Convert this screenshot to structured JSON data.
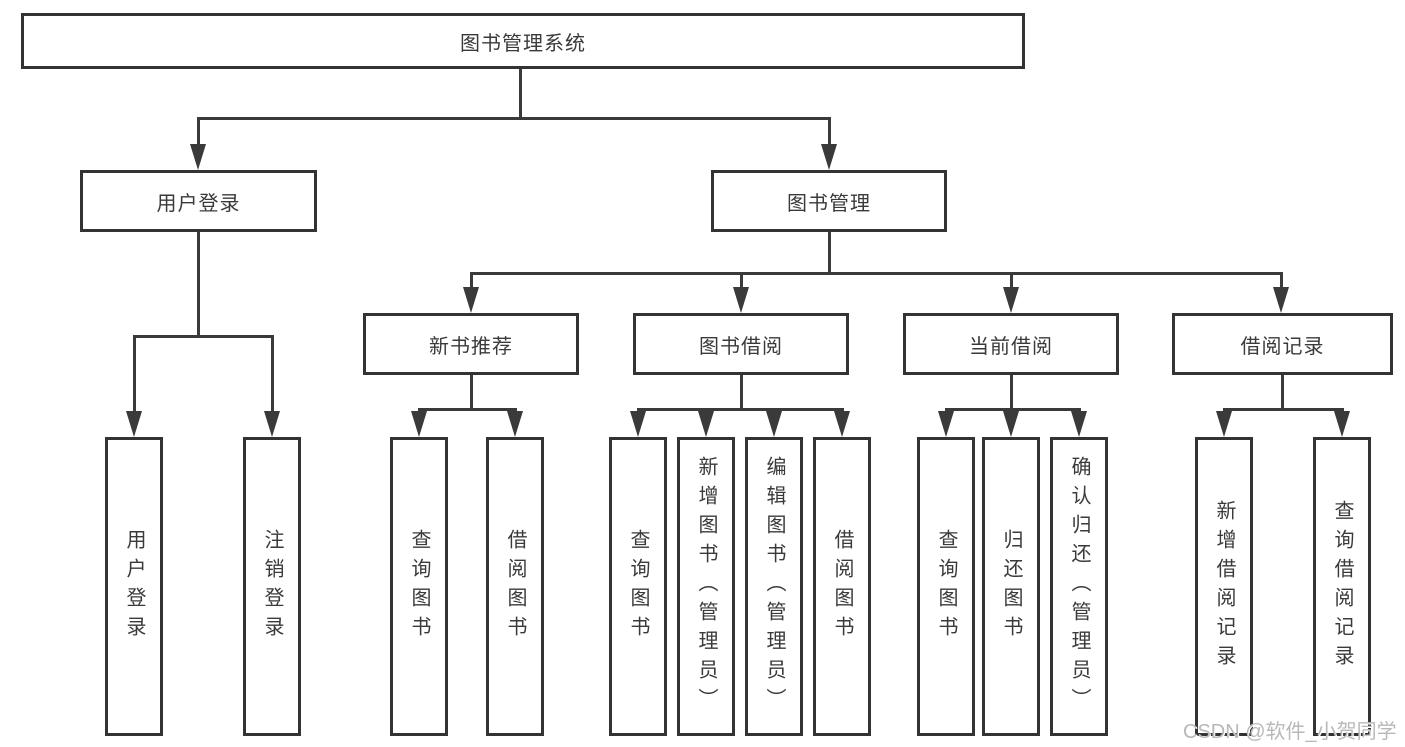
{
  "diagram": {
    "type": "functional-structure-tree",
    "colors": {
      "background": "#ffffff",
      "box_fill": "#ffffff",
      "box_border": "#333333",
      "line": "#3a3a3a",
      "text": "#3a3a3a",
      "watermark": "#b8b8b8"
    }
  },
  "tree": {
    "label": "图书管理系统",
    "children": [
      {
        "label": "用户登录",
        "children": [
          {
            "label": "用户登录"
          },
          {
            "label": "注销登录"
          }
        ]
      },
      {
        "label": "图书管理",
        "children": [
          {
            "label": "新书推荐",
            "children": [
              {
                "label": "查询图书"
              },
              {
                "label": "借阅图书"
              }
            ]
          },
          {
            "label": "图书借阅",
            "children": [
              {
                "label": "查询图书"
              },
              {
                "label": "新增图书（管理员）"
              },
              {
                "label": "编辑图书（管理员）"
              },
              {
                "label": "借阅图书"
              }
            ]
          },
          {
            "label": "当前借阅",
            "children": [
              {
                "label": "查询图书"
              },
              {
                "label": "归还图书"
              },
              {
                "label": "确认归还（管理员）"
              }
            ]
          },
          {
            "label": "借阅记录",
            "children": [
              {
                "label": "新增借阅记录"
              },
              {
                "label": "查询借阅记录"
              }
            ]
          }
        ]
      }
    ]
  },
  "watermark": {
    "text": "CSDN @软件_小贺同学"
  }
}
